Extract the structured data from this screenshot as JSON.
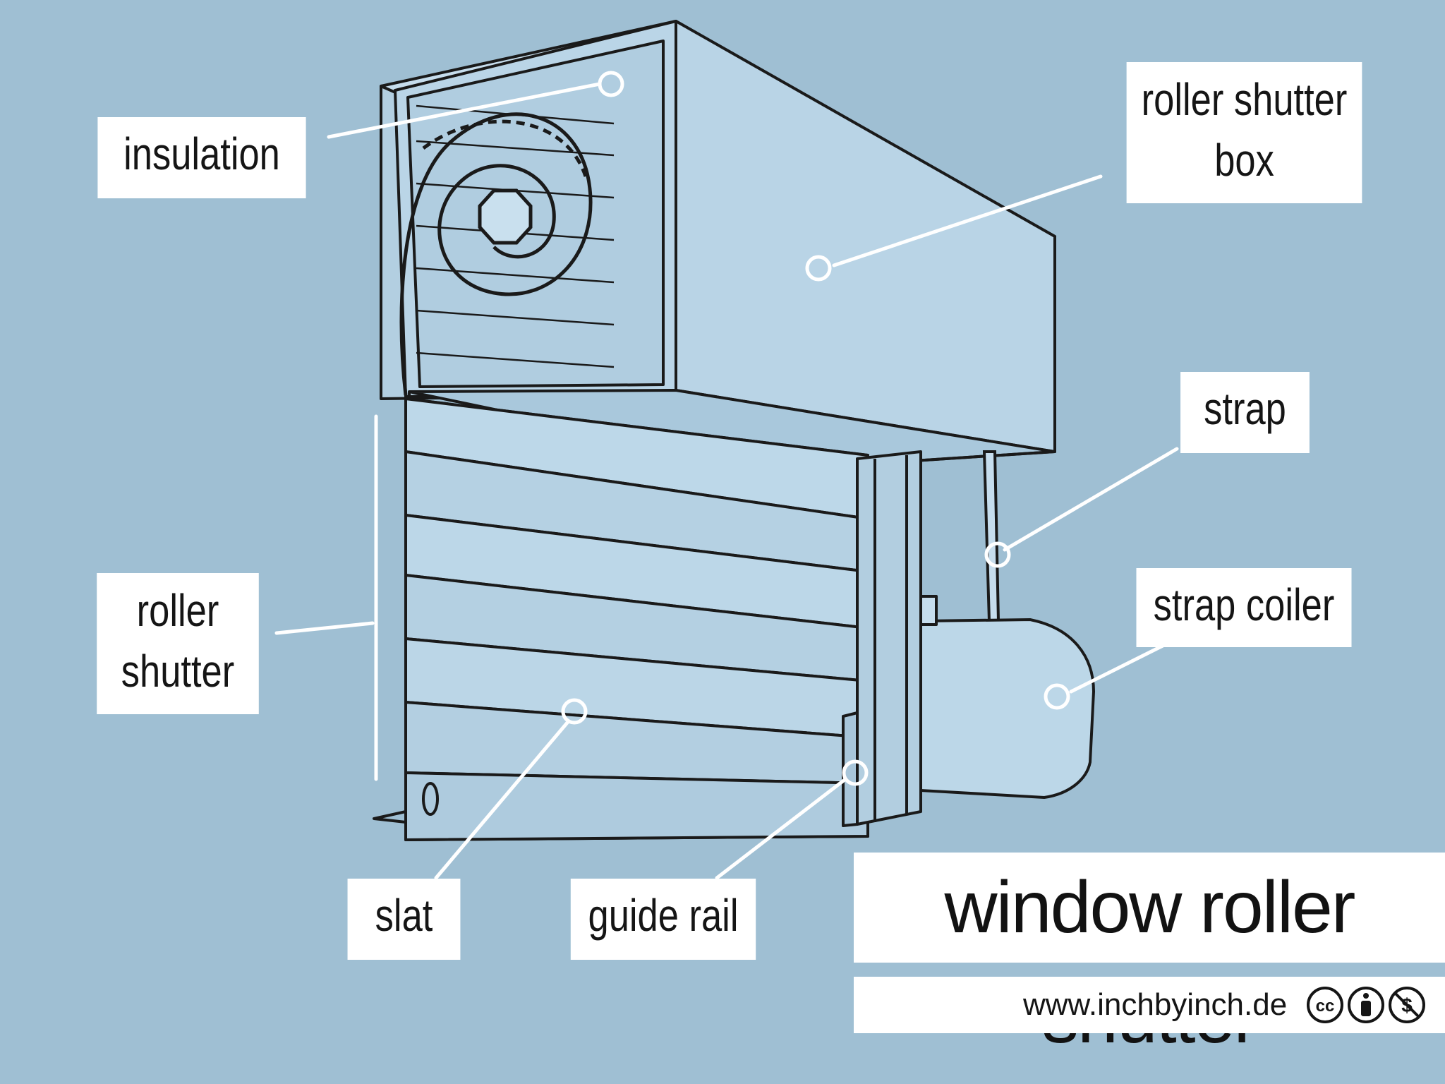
{
  "title": "window roller shutter",
  "website": "www.inchbyinch.de",
  "labels": {
    "insulation": "insulation",
    "roller_shutter_box": [
      "roller shutter",
      "box"
    ],
    "strap": "strap",
    "strap_coiler": "strap coiler",
    "roller_shutter": [
      "roller",
      "shutter"
    ],
    "slat": "slat",
    "guide_rail": "guide rail"
  },
  "license_badges": {
    "cc": "cc"
  },
  "colors": {
    "background": "#9fbfd3",
    "object_fill": "#b8d4e6",
    "object_fill_light": "#c9e0ee",
    "outline": "#1a1a1a",
    "label_bg": "#ffffff",
    "leader_line": "#ffffff"
  }
}
